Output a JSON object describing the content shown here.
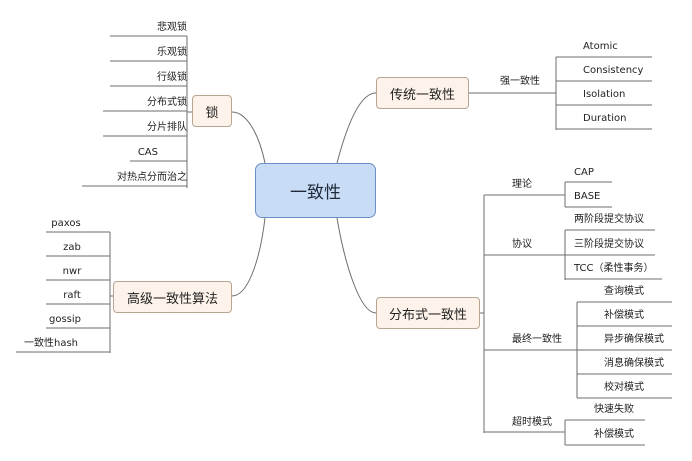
{
  "center": "一致性",
  "lock": {
    "title": "锁",
    "items": [
      "悲观锁",
      "乐观锁",
      "行级锁",
      "分布式锁",
      "分片排队",
      "CAS",
      "对热点分而治之"
    ]
  },
  "algorithms": {
    "title": "高级一致性算法",
    "items": [
      "paxos",
      "zab",
      "nwr",
      "raft",
      "gossip",
      "一致性hash"
    ]
  },
  "traditional": {
    "title": "传统一致性",
    "group": "强一致性",
    "items": [
      "Atomic",
      "Consistency",
      "Isolation",
      "Duration"
    ]
  },
  "distributed": {
    "title": "分布式一致性",
    "theory": {
      "label": "理论",
      "items": [
        "CAP",
        "BASE"
      ]
    },
    "protocol": {
      "label": "协议",
      "items": [
        "两阶段提交协议",
        "三阶段提交协议",
        "TCC（柔性事务）"
      ]
    },
    "eventual": {
      "label": "最终一致性",
      "items": [
        "查询模式",
        "补偿模式",
        "异步确保模式",
        "消息确保模式",
        "校对模式"
      ]
    },
    "timeout": {
      "label": "超时模式",
      "items": [
        "快速失败",
        "补偿模式"
      ]
    }
  }
}
